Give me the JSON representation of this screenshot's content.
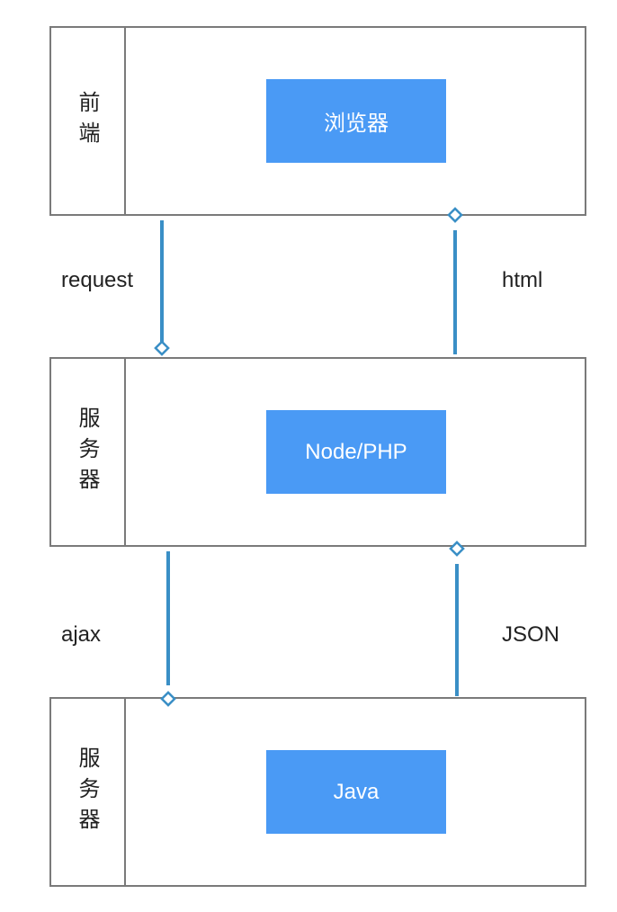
{
  "layers": [
    {
      "label": "前端",
      "node": "浏览器"
    },
    {
      "label": "服务器",
      "node": "Node/PHP"
    },
    {
      "label": "服务器",
      "node": "Java"
    }
  ],
  "edges": [
    {
      "label": "request"
    },
    {
      "label": "html"
    },
    {
      "label": "ajax"
    },
    {
      "label": "JSON"
    }
  ],
  "colors": {
    "node_fill": "#4a9af5",
    "connector": "#3a8fc6",
    "border": "#7a7a7a"
  }
}
